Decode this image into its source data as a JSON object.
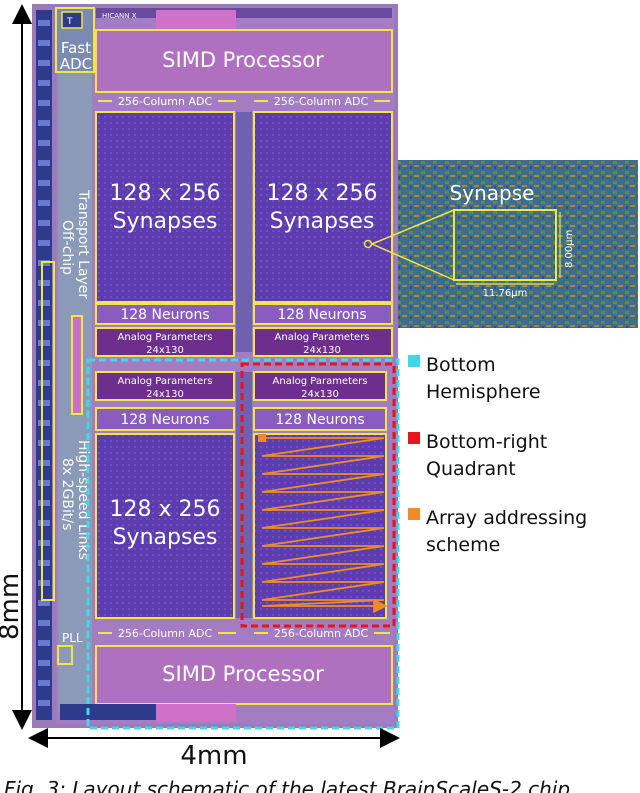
{
  "chip": {
    "logo_text": "HICANN X",
    "corner_mark": "T",
    "fast_adc": [
      "Fast",
      "ADC"
    ],
    "simd_top": "SIMD Processor",
    "simd_bottom": "SIMD Processor",
    "adc_top_left": "256-Column ADC",
    "adc_top_right": "256-Column ADC",
    "adc_bottom_left": "256-Column ADC",
    "adc_bottom_right": "256-Column ADC",
    "synapse_tl": [
      "128 x 256",
      "Synapses"
    ],
    "synapse_tr": [
      "128 x 256",
      "Synapses"
    ],
    "synapse_bl": [
      "128 x 256",
      "Synapses"
    ],
    "neurons_tl": "128 Neurons",
    "neurons_tr": "128 Neurons",
    "neurons_bl": "128 Neurons",
    "neurons_br": "128 Neurons",
    "analog_tl": [
      "Analog Parameters",
      "24x130"
    ],
    "analog_tr": [
      "Analog Parameters",
      "24x130"
    ],
    "analog_bl": [
      "Analog Parameters",
      "24x130"
    ],
    "analog_br": [
      "Analog Parameters",
      "24x130"
    ],
    "offchip": [
      "Off-chip",
      "Transport Layer"
    ],
    "highspeed": [
      "8x 2GBit/s",
      "High-speed Links"
    ],
    "pll": "PLL"
  },
  "dimensions": {
    "height": "8mm",
    "width": "4mm"
  },
  "inset": {
    "title": "Synapse",
    "width_label": "11.76µm",
    "height_label": "8.00µm"
  },
  "legend": [
    {
      "label": [
        "Bottom",
        "Hemisphere"
      ],
      "color": "#3fd8e8"
    },
    {
      "label": [
        "Bottom-right",
        "Quadrant"
      ],
      "color": "#e8141c"
    },
    {
      "label": [
        "Array addressing",
        "scheme"
      ],
      "color": "#f08c28"
    }
  ],
  "caption": "Fig. 3: Layout schematic of the latest BrainScaleS-2 chip"
}
